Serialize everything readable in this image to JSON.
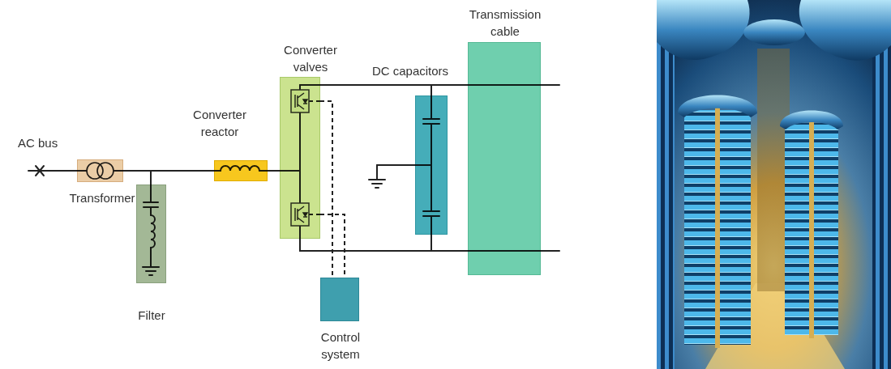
{
  "diagram": {
    "nodes": [
      {
        "text": [
          "Transformer"
        ]
      },
      {
        "text": [
          "Filter"
        ]
      },
      {
        "text": [
          "Converter reactor"
        ]
      },
      {
        "text": [
          "Converter valves"
        ]
      },
      {
        "text": [
          "DC capacitors"
        ]
      },
      {
        "text": [
          "Transmission cable"
        ]
      },
      {
        "text": [
          "Control system"
        ]
      }
    ],
    "edges": [
      {
        "from": 0,
        "to": 1,
        "arrow": "none"
      },
      {
        "from": 0,
        "to": 2,
        "arrow": "none"
      },
      {
        "from": 2,
        "to": 3,
        "arrow": "none"
      },
      {
        "from": 3,
        "to": 4,
        "arrow": "none"
      },
      {
        "from": 3,
        "to": 4,
        "arrow": "none"
      },
      {
        "from": 4,
        "to": 5,
        "arrow": "none"
      },
      {
        "from": 4,
        "to": 5,
        "arrow": "none"
      },
      {
        "from": 3,
        "to": 6,
        "arrow": "none"
      },
      {
        "from": 3,
        "to": 6,
        "arrow": "none"
      }
    ],
    "labels": [
      "AC bus"
    ]
  }
}
